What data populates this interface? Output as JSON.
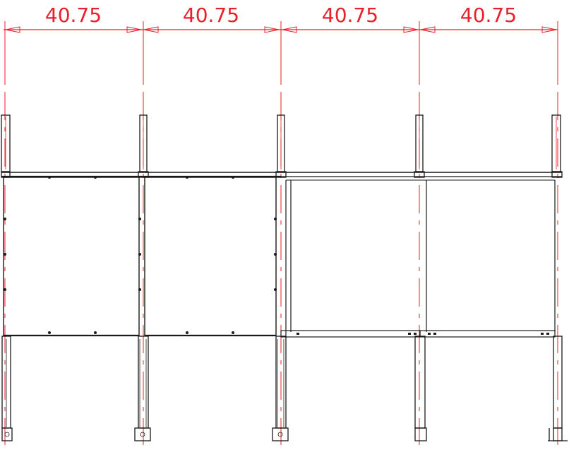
{
  "drawing": {
    "colors": {
      "dimension": "#e8202a",
      "linework": "#1a1a1a",
      "background": "#ffffff"
    },
    "dimensions": [
      {
        "label": "40.75"
      },
      {
        "label": "40.75"
      },
      {
        "label": "40.75"
      },
      {
        "label": "40.75"
      }
    ],
    "bays": [
      {
        "type": "paneled"
      },
      {
        "type": "paneled"
      },
      {
        "type": "open-frame"
      },
      {
        "type": "open-frame"
      }
    ],
    "post_count": 5
  }
}
